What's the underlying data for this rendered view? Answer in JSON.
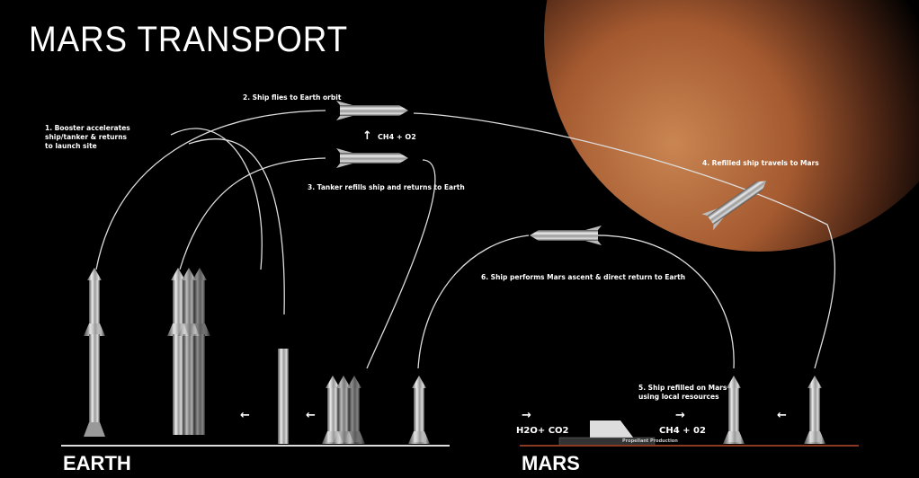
{
  "title": "MARS TRANSPORT",
  "ground_labels": {
    "earth": "EARTH",
    "mars": "MARS"
  },
  "steps": {
    "s1": "1.  Booster accelerates\n     ship/tanker & returns\n     to launch site",
    "s2": "2. Ship flies to Earth orbit",
    "s3": "3. Tanker refills ship and returns to Earth",
    "s4": "4. Refilled ship travels to Mars",
    "s5": "5. Ship refilled on Mars\nusing local resources",
    "s6": "6. Ship performs Mars ascent & direct return to Earth"
  },
  "chemistry": {
    "transfer": "CH4 + O2",
    "inputs": "H2O+ CO2",
    "outputs": "CH4 + 02",
    "plant_label": "Propellant Production"
  },
  "arrows": {
    "up": "↑",
    "left": "←",
    "right": "→"
  },
  "colors": {
    "mars_surface": "#8a3a22",
    "planet": "#b0623a"
  }
}
